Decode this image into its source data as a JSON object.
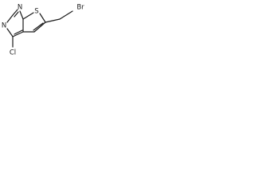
{
  "structure": {
    "atoms": {
      "n1": "N",
      "n2": "N",
      "s": "S",
      "cl": "Cl",
      "br": "Br"
    },
    "colors": {
      "bond": "#1a1a1a",
      "label": "#1a1a1a",
      "background": "#ffffff"
    }
  }
}
